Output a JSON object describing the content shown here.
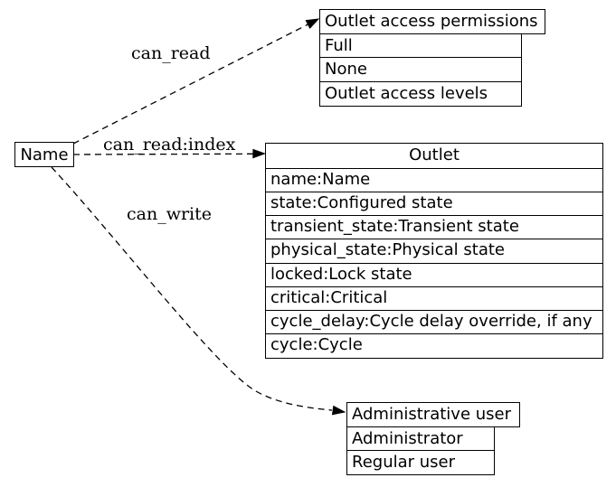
{
  "diagram": {
    "node": {
      "label": "Name"
    },
    "edges": {
      "read": {
        "label": "can_read"
      },
      "read_index": {
        "label": "can_read:index"
      },
      "write": {
        "label": "can_write"
      }
    },
    "tables": {
      "permissions": {
        "title": "Outlet access permissions",
        "rows": [
          "Full",
          "None",
          "Outlet access levels"
        ]
      },
      "outlet": {
        "title": "Outlet",
        "rows": [
          "name:Name",
          "state:Configured state",
          "transient_state:Transient state",
          "physical_state:Physical state",
          "locked:Lock state",
          "critical:Critical",
          "cycle_delay:Cycle delay override, if any",
          "cycle:Cycle"
        ]
      },
      "admin_user": {
        "title": "Administrative user",
        "rows": [
          "Administrator",
          "Regular user"
        ]
      }
    },
    "colors": {
      "line": "#000000",
      "background": "#ffffff",
      "text": "#000000"
    }
  }
}
